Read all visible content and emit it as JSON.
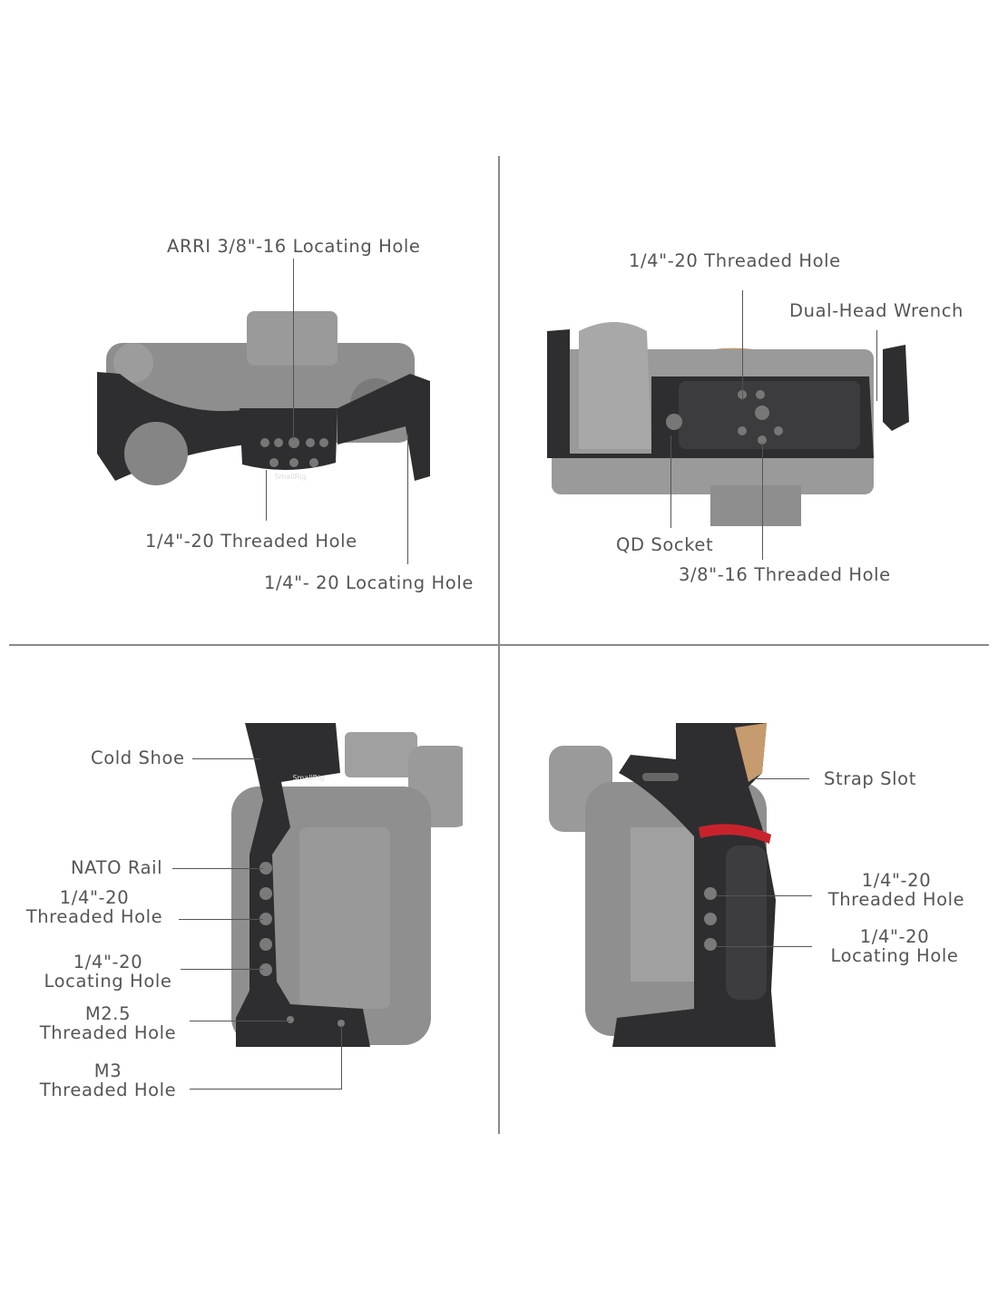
{
  "panels": {
    "top_view": {
      "labels": {
        "arri": "ARRI 3/8\"-16 Locating Hole",
        "threaded": "1/4\"-20 Threaded Hole",
        "locating": "1/4\"- 20 Locating Hole"
      },
      "logo": "SmallRig"
    },
    "bottom_view": {
      "labels": {
        "threaded_14": "1/4\"-20 Threaded Hole",
        "wrench": "Dual-Head Wrench",
        "qd": "QD Socket",
        "threaded_38": "3/8\"-16 Threaded Hole"
      }
    },
    "left_view": {
      "labels": {
        "cold_shoe": "Cold Shoe",
        "nato": "NATO Rail",
        "threaded_l1": "1/4\"-20",
        "threaded_l2": "Threaded Hole",
        "locating_l1": "1/4\"-20",
        "locating_l2": "Locating Hole",
        "m25_l1": "M2.5",
        "m25_l2": "Threaded Hole",
        "m3_l1": "M3",
        "m3_l2": "Threaded Hole"
      },
      "logo": "SmallRig"
    },
    "right_view": {
      "labels": {
        "strap": "Strap Slot",
        "threaded_l1": "1/4\"-20",
        "threaded_l2": "Threaded Hole",
        "locating_l1": "1/4\"-20",
        "locating_l2": "Locating Hole"
      }
    }
  },
  "colors": {
    "text": "#555555",
    "divider": "#8a8a8a",
    "camera": "#8c8c8c",
    "cage": "#2e2e30",
    "accent": "#c8232c"
  }
}
